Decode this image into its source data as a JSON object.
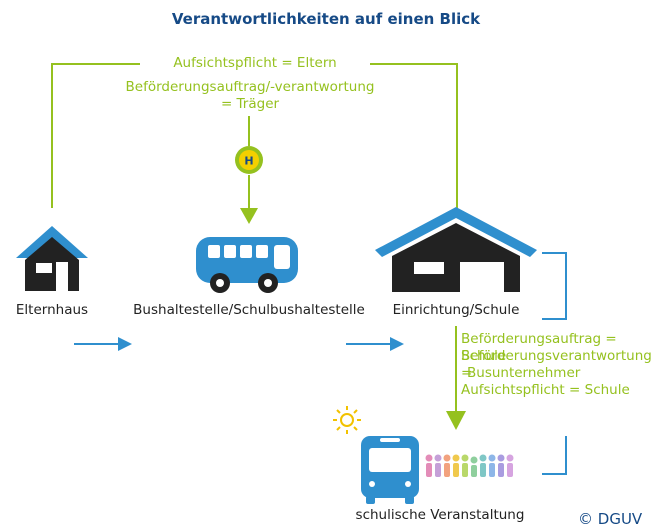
{
  "title": "Verantwortlichkeiten auf einen Blick",
  "top_block": {
    "line1": "Aufsichtspflicht = Eltern",
    "line2": "Beförderungsauftrag/-verantwortung",
    "line3": "= Träger"
  },
  "bus_stop_sign": "H",
  "nodes": {
    "home": "Elternhaus",
    "bus_stop": "Bushaltestelle/Schulbushaltestelle",
    "school": "Einrichtung/Schule",
    "event": "schulische Veranstaltung"
  },
  "school_block": {
    "line1": "Beförderungsauftrag = Schule",
    "line2": "Beförderungsverantwortung =",
    "line3": "Busunternehmer",
    "line4": "Aufsichtspflicht = Schule"
  },
  "copyright": "© DGUV",
  "colors": {
    "title": "#164a86",
    "green": "#95c11f",
    "blue": "#2f8fce",
    "dark": "#222222"
  }
}
